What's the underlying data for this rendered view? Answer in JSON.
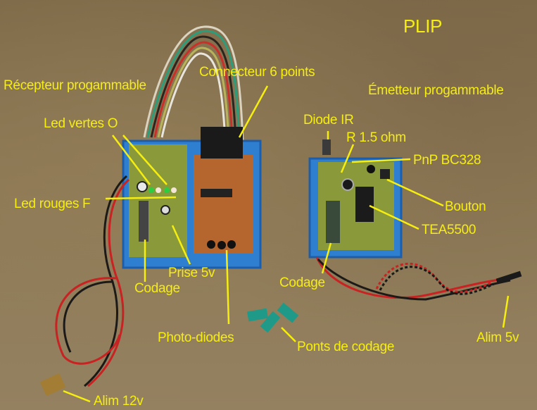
{
  "title": "PLIP",
  "labels": {
    "recepteur": "Récepteur progammable",
    "connecteur": "Connecteur 6 points",
    "emetteur": "Émetteur progammable",
    "led_vertes": "Led vertes O",
    "led_rouges": "Led rouges F",
    "diode_ir": "Diode IR",
    "resistance": "R 1.5 ohm",
    "transistor": "PnP BC328",
    "bouton": "Bouton",
    "ic": "TEA5500",
    "codage_recepteur": "Codage",
    "codage_emetteur": "Codage",
    "prise": "Prise 5v",
    "photo_diodes": "Photo-diodes",
    "ponts": "Ponts de codage",
    "alim_12v": "Alim 12v",
    "alim_5v": "Alim 5v"
  },
  "colors": {
    "label": "#f5ee10",
    "enclosure": "#2f7fd0",
    "pcb_green": "#8a9a3a",
    "pcb_brown": "#b5652e",
    "background": "#8a7552"
  }
}
